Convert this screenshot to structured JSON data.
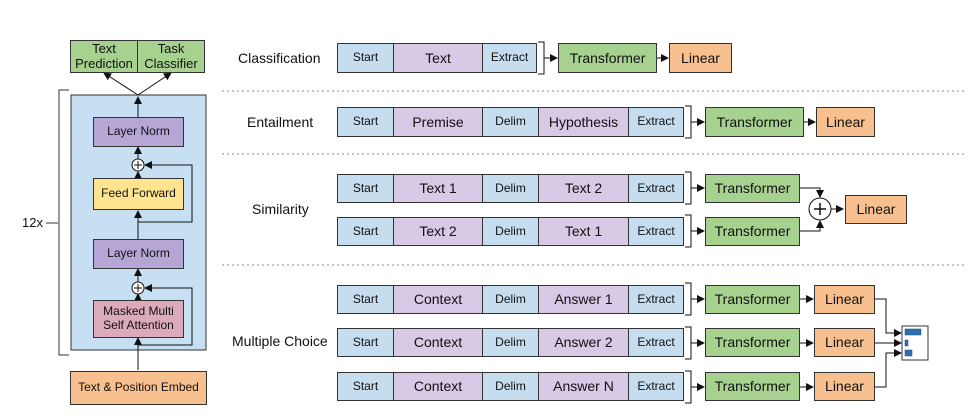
{
  "model": {
    "repeat_label": "12x",
    "outputs": {
      "text_prediction": "Text\nPrediction",
      "task_classifier": "Task\nClassifier"
    },
    "layer_norm_top": "Layer Norm",
    "feed_forward": "Feed Forward",
    "layer_norm_bottom": "Layer Norm",
    "attention": "Masked Multi\nSelf Attention",
    "embed": "Text & Position Embed"
  },
  "tasks": {
    "classification": {
      "label": "Classification",
      "start": "Start",
      "text": "Text",
      "extract": "Extract",
      "transformer": "Transformer",
      "linear": "Linear"
    },
    "entailment": {
      "label": "Entailment",
      "start": "Start",
      "premise": "Premise",
      "delim": "Delim",
      "hypothesis": "Hypothesis",
      "extract": "Extract",
      "transformer": "Transformer",
      "linear": "Linear"
    },
    "similarity": {
      "label": "Similarity",
      "row1": {
        "start": "Start",
        "a": "Text 1",
        "delim": "Delim",
        "b": "Text 2",
        "extract": "Extract",
        "transformer": "Transformer"
      },
      "row2": {
        "start": "Start",
        "a": "Text 2",
        "delim": "Delim",
        "b": "Text 1",
        "extract": "Extract",
        "transformer": "Transformer"
      },
      "linear": "Linear"
    },
    "multiple_choice": {
      "label": "Multiple Choice",
      "rows": [
        {
          "start": "Start",
          "context": "Context",
          "delim": "Delim",
          "answer": "Answer 1",
          "extract": "Extract",
          "transformer": "Transformer",
          "linear": "Linear"
        },
        {
          "start": "Start",
          "context": "Context",
          "delim": "Delim",
          "answer": "Answer 2",
          "extract": "Extract",
          "transformer": "Transformer",
          "linear": "Linear"
        },
        {
          "start": "Start",
          "context": "Context",
          "delim": "Delim",
          "answer": "Answer N",
          "extract": "Extract",
          "transformer": "Transformer",
          "linear": "Linear"
        }
      ]
    }
  },
  "colors": {
    "token_blue": "#c6ddf0",
    "token_purple": "#d8c9e6",
    "transformer_green": "#a6d18f",
    "linear_orange": "#f9c08f",
    "model_panel": "#c7dff2",
    "feed_forward": "#ffe38f",
    "layer_norm": "#b5a6d6",
    "attention": "#dcaabb"
  }
}
